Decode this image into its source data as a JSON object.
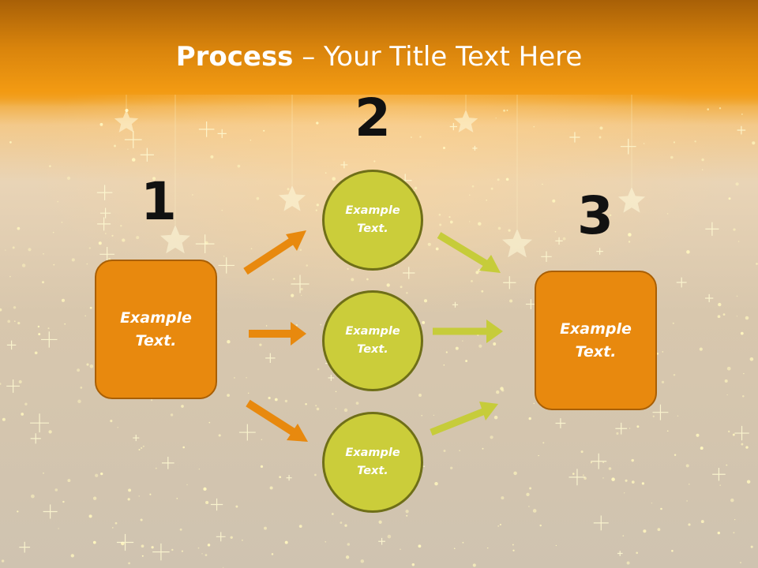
{
  "title": {
    "bold": "Process",
    "rest": " – Your Title Text Here"
  },
  "steps": [
    {
      "number": "1",
      "line1": "Example",
      "line2": "Text."
    },
    {
      "number": "2"
    },
    {
      "number": "3",
      "line1": "Example",
      "line2": "Text."
    }
  ],
  "circles": [
    {
      "line1": "Example",
      "line2": "Text."
    },
    {
      "line1": "Example",
      "line2": "Text."
    },
    {
      "line1": "Example",
      "line2": "Text."
    }
  ],
  "colors": {
    "box_fill": "#e8890e",
    "circle_fill": "#cbcd3a",
    "orange_arrow": "#e8890e",
    "green_arrow": "#c6cc3a"
  }
}
